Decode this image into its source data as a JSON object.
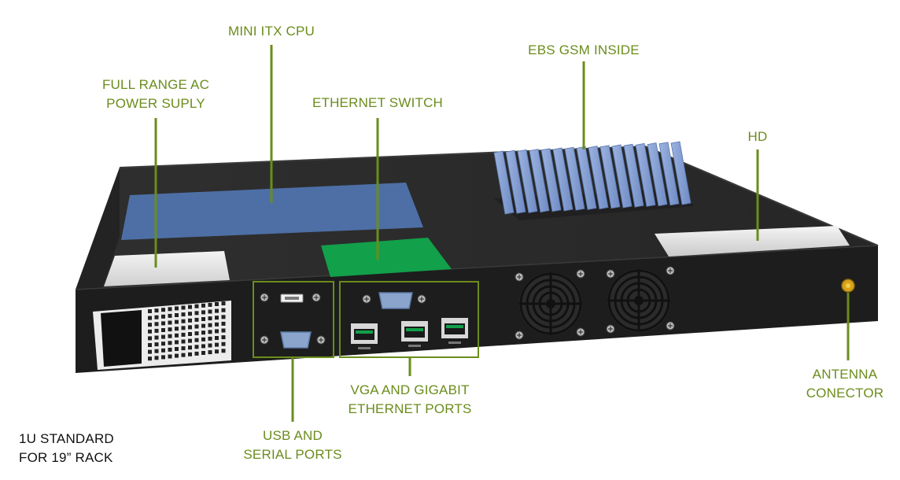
{
  "colors": {
    "label": "#6b8c1c",
    "leader": "#6b8c1c",
    "chassis": "#2a2a2a",
    "chassis_front": "#1e1e1e",
    "cpu_board": "#4d6fa6",
    "switch_board": "#12a04a",
    "heatsink": "#7f9bd0",
    "drive": "#dcdcdc"
  },
  "labels": {
    "power_supply": [
      "FULL RANGE AC",
      "POWER SUPLY"
    ],
    "cpu": "MINI ITX CPU",
    "switch": "ETHERNET SWITCH",
    "gsm": "EBS GSM INSIDE",
    "hd": "HD",
    "usb_serial": [
      "USB AND",
      "SERIAL PORTS"
    ],
    "vga_ethernet": [
      "VGA AND GIGABIT",
      "ETHERNET PORTS"
    ],
    "antenna": [
      "ANTENNA",
      "CONECTOR"
    ],
    "rack_note": [
      "1U STANDARD",
      "FOR 19” RACK"
    ]
  },
  "icons": {
    "fan": "fan-grille-icon",
    "screw": "screw-icon",
    "rj45": "rj45-port-icon",
    "db9": "db9-connector-icon",
    "usb": "usb-port-icon",
    "antenna": "sma-antenna-connector-icon"
  }
}
